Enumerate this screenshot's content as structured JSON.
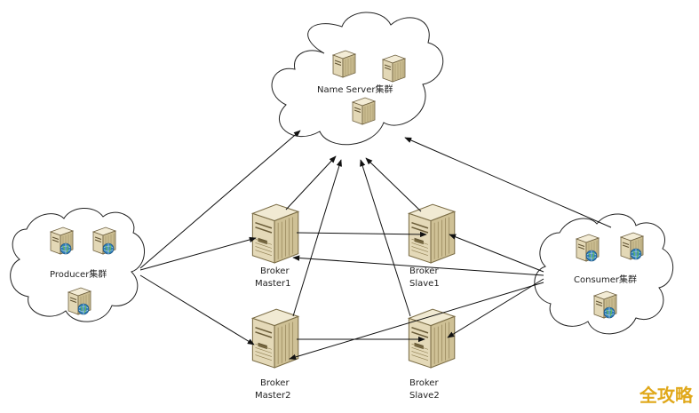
{
  "clusters": {
    "nameserver": {
      "label": "Name Server集群"
    },
    "producer": {
      "label": "Producer集群"
    },
    "consumer": {
      "label": "Consumer集群"
    }
  },
  "brokers": {
    "master1": {
      "line1": "Broker",
      "line2": "Master1"
    },
    "slave1": {
      "line1": "Broker",
      "line2": "Slave1"
    },
    "master2": {
      "line1": "Broker",
      "line2": "Master2"
    },
    "slave2": {
      "line1": "Broker",
      "line2": "Slave2"
    }
  },
  "watermark": "全攻略",
  "colors": {
    "line": "#111111",
    "server_body": "#e6dcc0",
    "server_dark": "#b8a878",
    "globe": "#2c7bb6"
  }
}
